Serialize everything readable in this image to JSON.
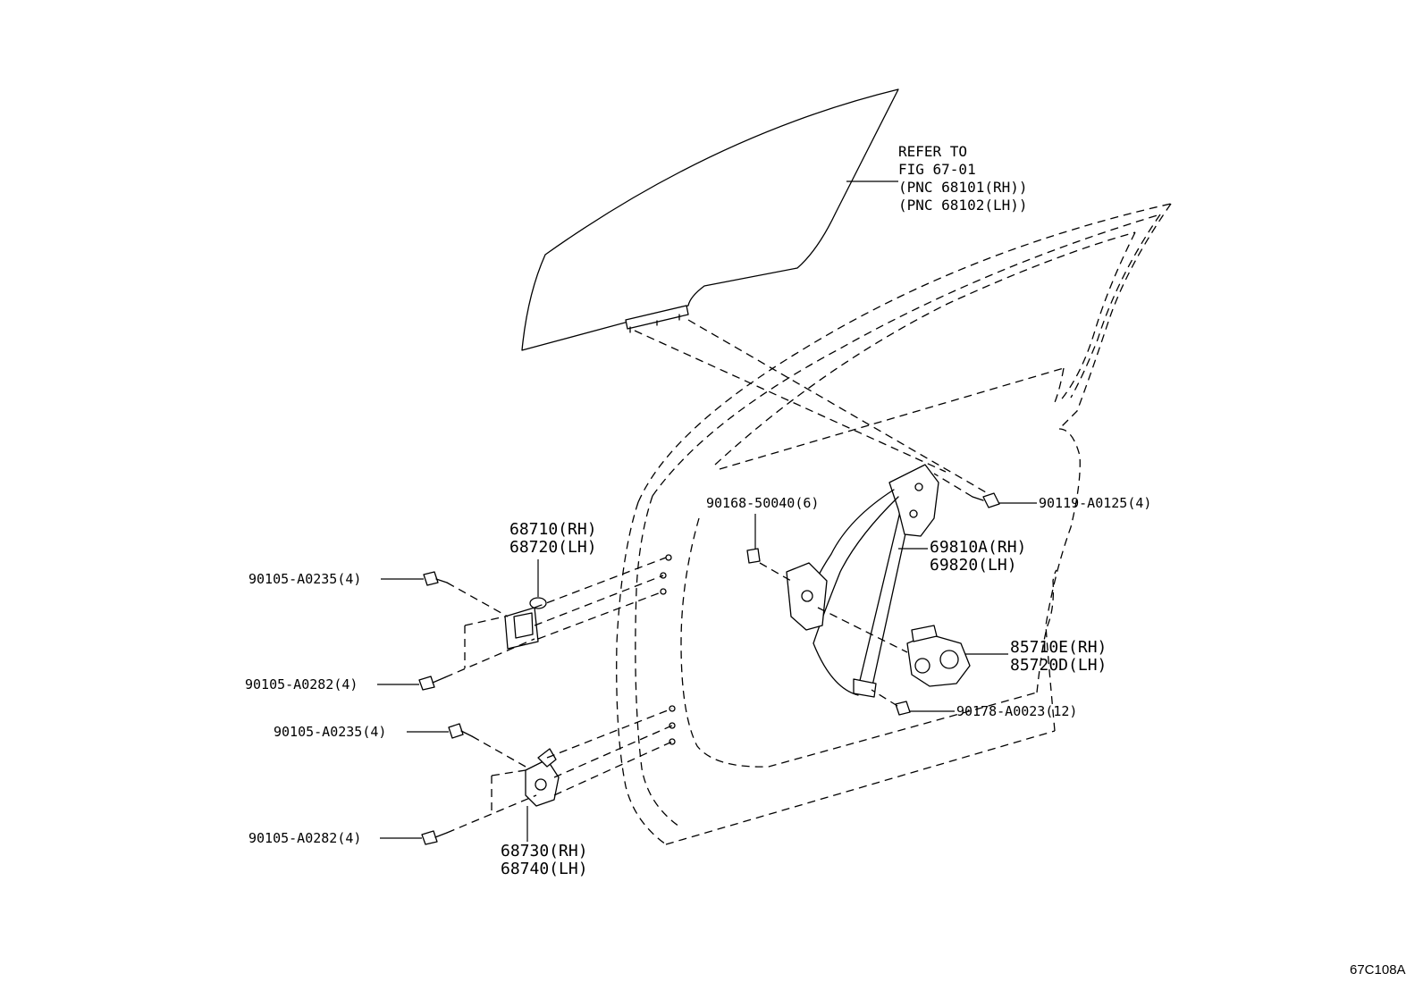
{
  "figure_code": "67C108A",
  "glass_note": {
    "lines": [
      "REFER TO",
      "FIG 67-01",
      "(PNC 68101(RH))",
      "(PNC 68102(LH))"
    ]
  },
  "parts": {
    "upper_hinge": {
      "rh": "68710(RH)",
      "lh": "68720(LH)"
    },
    "lower_hinge": {
      "rh": "68730(RH)",
      "lh": "68740(LH)"
    },
    "regulator": {
      "rh": "69810A(RH)",
      "lh": "69820(LH)"
    },
    "motor": {
      "rh": "85710E(RH)",
      "lh": "85720D(LH)"
    },
    "bolt_upper_hinge_1": "90105-A0235(4)",
    "bolt_upper_hinge_2": "90105-A0282(4)",
    "bolt_lower_hinge_1": "90105-A0235(4)",
    "bolt_lower_hinge_2": "90105-A0282(4)",
    "bolt_regulator_top": "90119-A0125(4)",
    "clip_regulator": "90168-50040(6)",
    "bolt_motor": "90178-A0023(12)"
  },
  "colors": {
    "line": "#000000",
    "background": "#ffffff"
  }
}
